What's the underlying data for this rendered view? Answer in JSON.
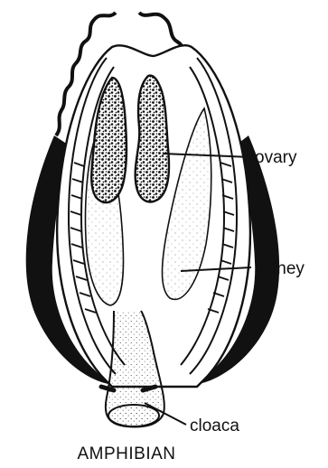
{
  "diagram": {
    "caption": "AMPHIBIAN",
    "labels": {
      "ovary": "ovary",
      "kidney": "kidney",
      "cloaca": "cloaca"
    },
    "colors": {
      "ink": "#111111",
      "paper": "#ffffff"
    }
  }
}
